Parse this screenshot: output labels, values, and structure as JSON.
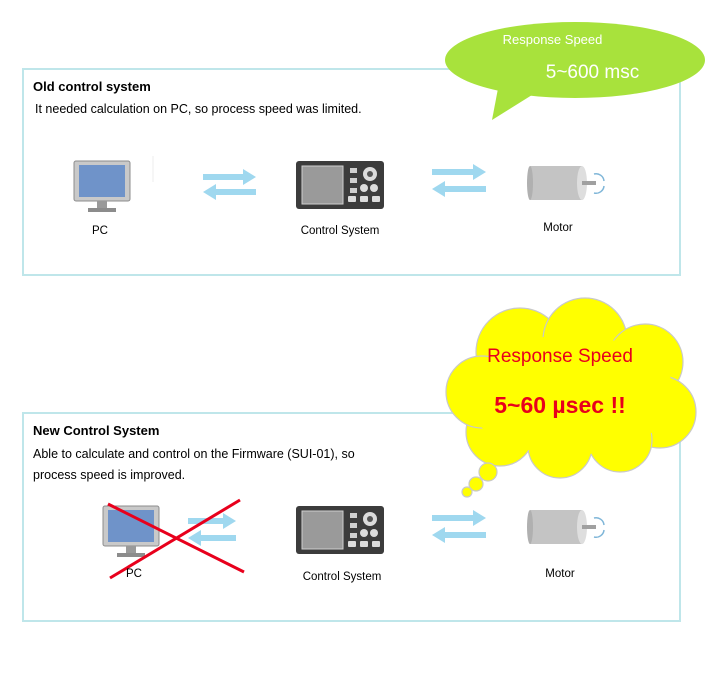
{
  "old_system": {
    "title": "Old control system",
    "description": "It  needed calculation on PC, so process speed was limited.",
    "labels": {
      "pc": "PC",
      "control": "Control System",
      "motor": "Motor"
    },
    "bubble": {
      "caption": "Response Speed",
      "value": "5~600 msc",
      "fill": "#a8e23c",
      "text_color": "#ffffff"
    }
  },
  "new_system": {
    "title": "New Control System",
    "description_line1": "Able to calculate and control on the Firmware (SUI-01), so",
    "description_line2": "process speed is improved.",
    "labels": {
      "pc": "PC",
      "control": "Control System",
      "motor": "Motor"
    },
    "bubble": {
      "caption": "Response Speed",
      "value": "5~60 µsec !!",
      "fill": "#ffff00",
      "text_color": "#e8001c"
    }
  },
  "colors": {
    "panel_border": "#bfe6ea",
    "arrow": "#9fd8ef",
    "monitor_screen": "#6f93c9",
    "cross": "#e8001c"
  },
  "icons": [
    "monitor-icon",
    "control-device-icon",
    "motor-icon",
    "bidirectional-arrow-icon",
    "cross-mark-icon"
  ]
}
